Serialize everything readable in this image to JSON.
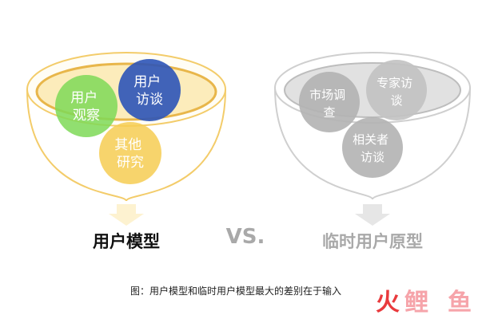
{
  "left": {
    "bubbles": [
      {
        "lines": [
          "用户",
          "观察"
        ]
      },
      {
        "lines": [
          "用户",
          "访谈"
        ]
      },
      {
        "lines": [
          "其他",
          "研究"
        ]
      }
    ],
    "title": "用户模型"
  },
  "vs": "VS.",
  "right": {
    "bubbles": [
      {
        "lines": [
          "市场调",
          "查"
        ]
      },
      {
        "lines": [
          "专家访",
          "谈"
        ]
      },
      {
        "lines": [
          "相关者",
          "访谈"
        ]
      }
    ],
    "title": "临时用户原型"
  },
  "caption": "图：用户模型和临时用户模型最大的差别在于输入",
  "watermark": {
    "chars": [
      "火",
      "鲤",
      "鱼"
    ]
  },
  "colors": {
    "gold_outline": "#f3cc6a",
    "gold_fill": "#fbe9b0",
    "green": "#7ed957",
    "blue": "#2c54b8",
    "yellow": "#f6cd52",
    "gray_outline": "#cfcfcf",
    "gray_fill": "#dcdcdc",
    "gray_bubble": "#b2b2b2",
    "arrow": "#e6e6e6",
    "wm_red": "#e93a3d",
    "wm_pink": "#f6a4aa"
  }
}
